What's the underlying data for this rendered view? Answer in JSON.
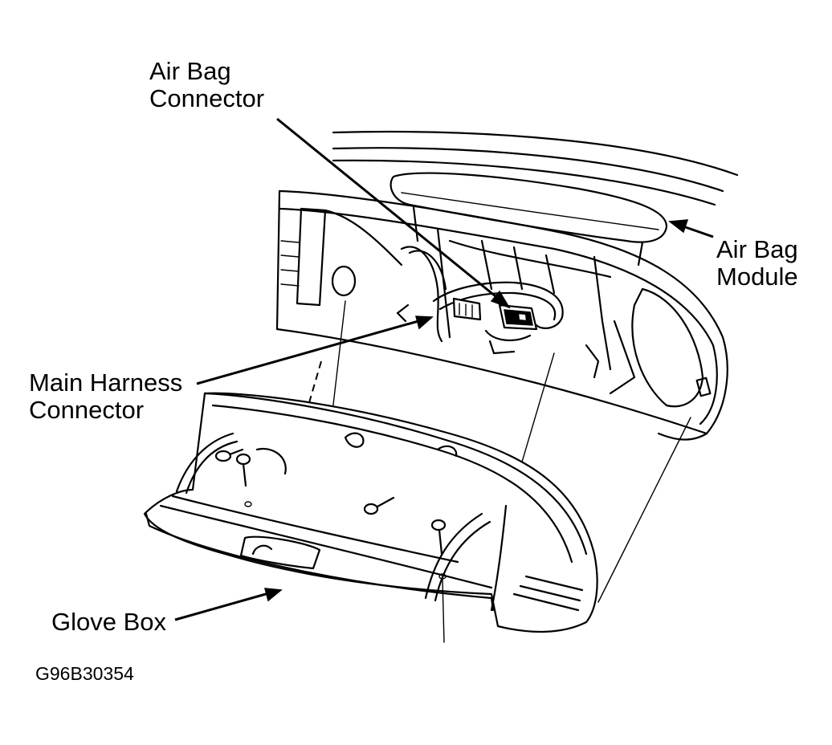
{
  "labels": {
    "air_bag_connector": [
      "Air Bag",
      "Connector"
    ],
    "air_bag_module": [
      "Air Bag",
      "Module"
    ],
    "main_harness_connector": [
      "Main Harness",
      "Connector"
    ],
    "glove_box": "Glove Box"
  },
  "figure_id": "G96B30354",
  "colors": {
    "line": "#000000",
    "background": "#ffffff"
  }
}
